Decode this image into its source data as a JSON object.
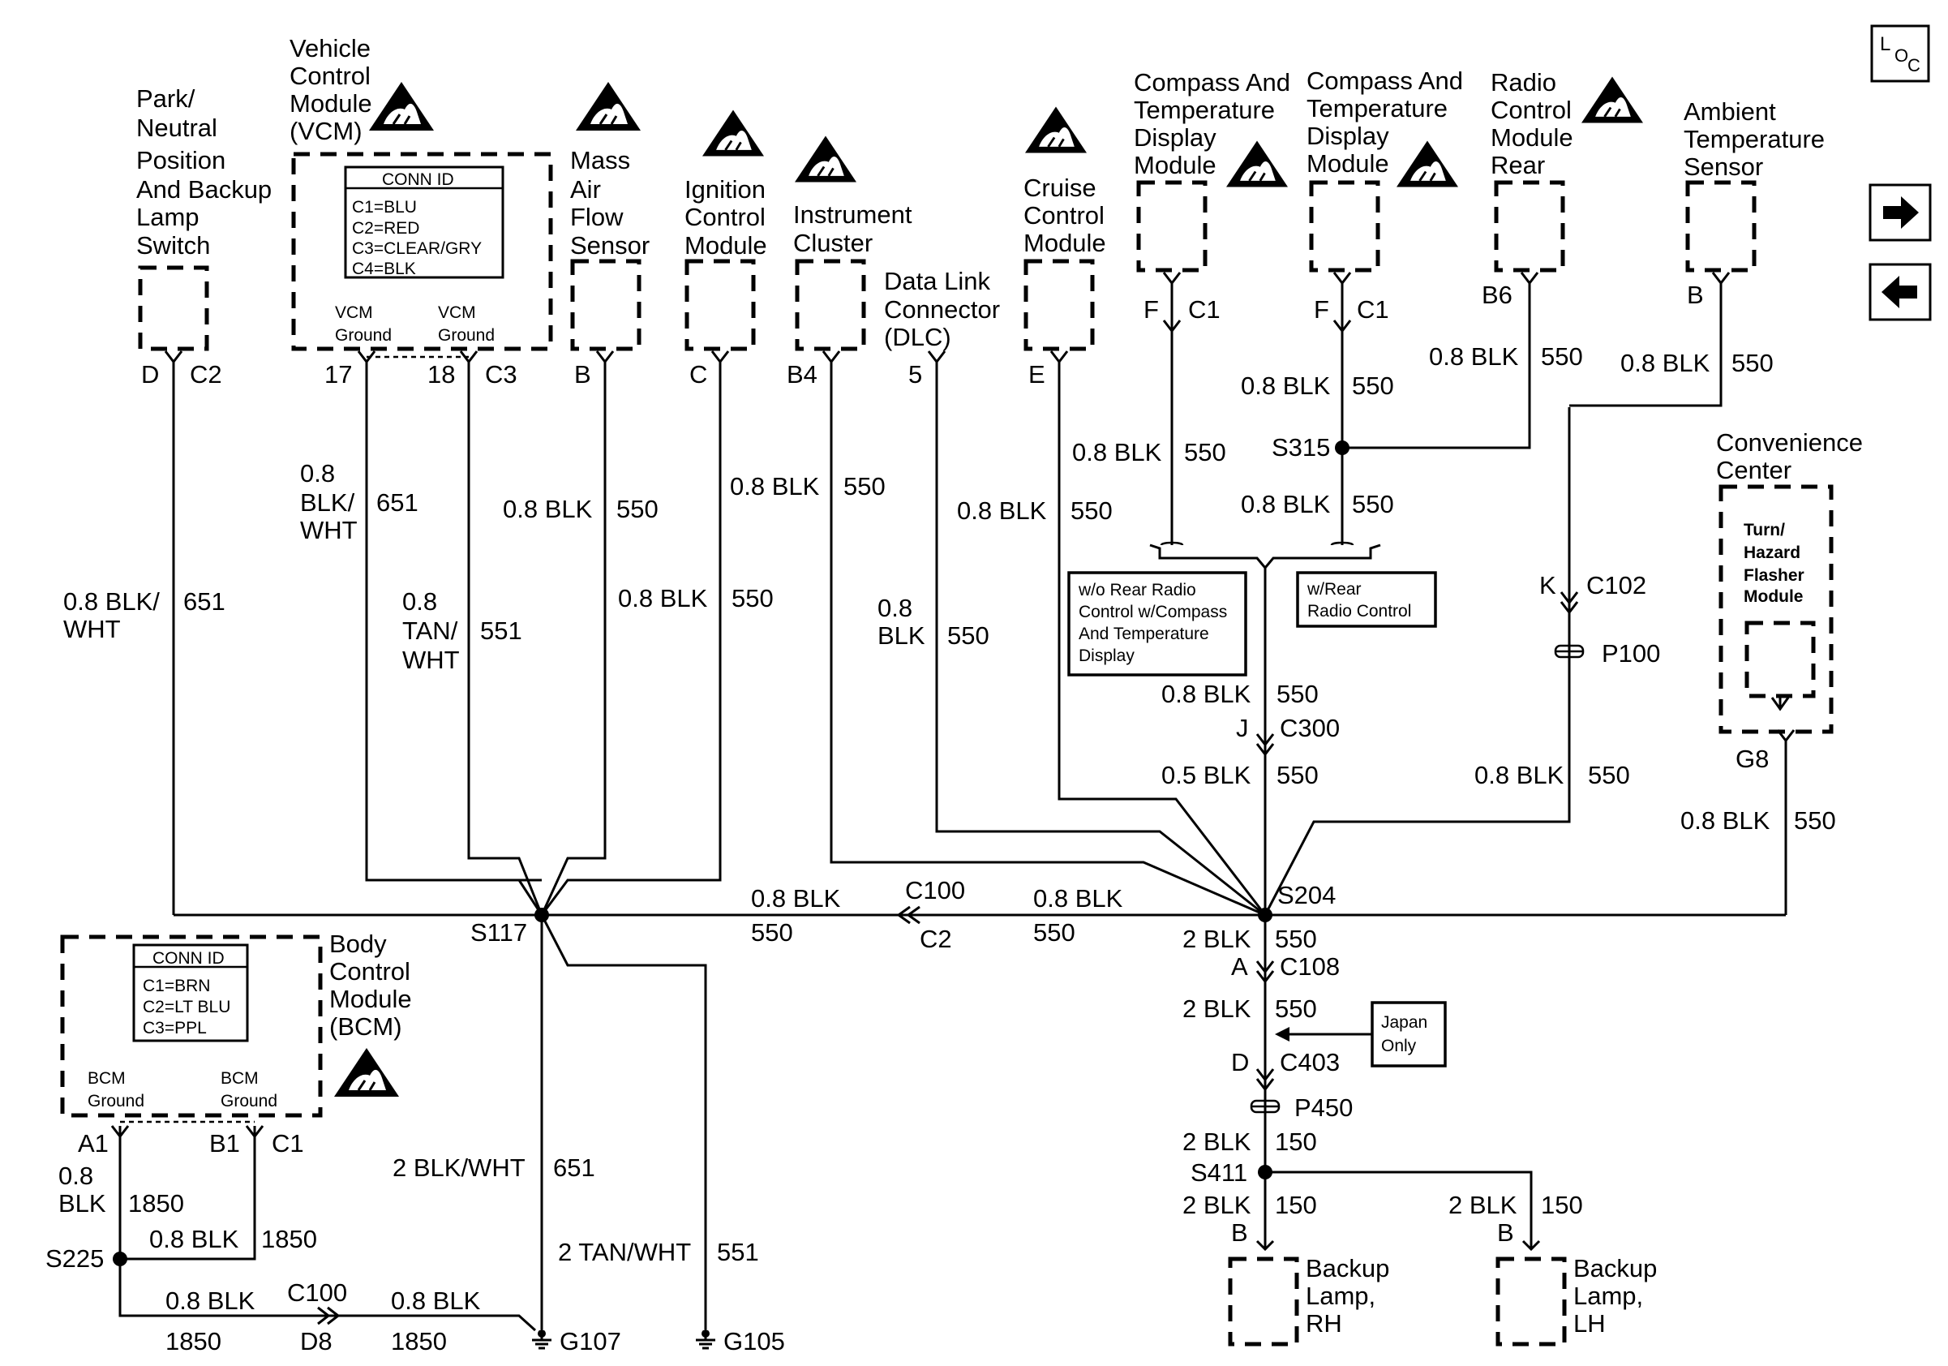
{
  "nav": {
    "loc_l": "L",
    "loc_o": "O",
    "loc_c": "C",
    "next_arrow": "arrow-right-icon",
    "prev_arrow": "arrow-left-icon"
  },
  "components": {
    "park_neutral": [
      "Park/",
      "Neutral",
      "Position",
      "And Backup",
      "Lamp",
      "Switch"
    ],
    "vcm": [
      "Vehicle",
      "Control",
      "Module",
      "(VCM)"
    ],
    "maf": [
      "Mass",
      "Air",
      "Flow",
      "Sensor"
    ],
    "icm": [
      "Ignition",
      "Control",
      "Module"
    ],
    "ipc": [
      "Instrument",
      "Cluster"
    ],
    "dlc": [
      "Data Link",
      "Connector",
      "(DLC)"
    ],
    "ccm": [
      "Cruise",
      "Control",
      "Module"
    ],
    "ctd1": [
      "Compass And",
      "Temperature",
      "Display",
      "Module"
    ],
    "ctd2": [
      "Compass And",
      "Temperature",
      "Display",
      "Module"
    ],
    "radio": [
      "Radio",
      "Control",
      "Module",
      "Rear"
    ],
    "ambient": [
      "Ambient",
      "Temperature",
      "Sensor"
    ],
    "conv_center": [
      "Convenience",
      "Center"
    ],
    "flasher": [
      "Turn/",
      "Hazard",
      "Flasher",
      "Module"
    ],
    "bcm": [
      "Body",
      "Control",
      "Module",
      "(BCM)"
    ],
    "backup_rh": [
      "Backup",
      "Lamp,",
      "RH"
    ],
    "backup_lh": [
      "Backup",
      "Lamp,",
      "LH"
    ]
  },
  "vcm_conn_id": {
    "title": "CONN ID",
    "lines": [
      "C1=BLU",
      "C2=RED",
      "C3=CLEAR/GRY",
      "C4=BLK"
    ],
    "ground1": [
      "VCM",
      "Ground"
    ],
    "ground2": [
      "VCM",
      "Ground"
    ]
  },
  "bcm_conn_id": {
    "title": "CONN ID",
    "lines": [
      "C1=BRN",
      "C2=LT BLU",
      "C3=PPL"
    ],
    "ground1": [
      "BCM",
      "Ground"
    ],
    "ground2": [
      "BCM",
      "Ground"
    ]
  },
  "notes": {
    "wo_rear": [
      "w/o Rear Radio",
      "Control w/Compass",
      "And Temperature",
      "Display"
    ],
    "w_rear": [
      "w/Rear",
      "Radio Control"
    ],
    "japan": [
      "Japan",
      "Only"
    ]
  },
  "pins": {
    "park_d": "D",
    "park_c2": "C2",
    "vcm_17": "17",
    "vcm_18": "18",
    "vcm_c3": "C3",
    "maf_b": "B",
    "icm_c": "C",
    "ipc_b4": "B4",
    "dlc_5": "5",
    "ccm_e": "E",
    "ctd1_f": "F",
    "ctd1_c1": "C1",
    "ctd2_f": "F",
    "ctd2_c1": "C1",
    "radio_b6": "B6",
    "ambient_b": "B",
    "c102_k": "K",
    "c102": "C102",
    "p100": "P100",
    "g8": "G8",
    "c300_j": "J",
    "c300": "C300",
    "c108_a": "A",
    "c108": "C108",
    "c403_d": "D",
    "c403": "C403",
    "p450": "P450",
    "c100_top": "C100",
    "c100_c2": "C2",
    "bcm_a1": "A1",
    "bcm_b1": "B1",
    "bcm_c1": "C1",
    "c100_bottom": "C100",
    "c100_d8": "D8",
    "rh_b": "B",
    "lh_b": "B"
  },
  "splices": {
    "s117": "S117",
    "s204": "S204",
    "s315": "S315",
    "s411": "S411",
    "s225": "S225"
  },
  "grounds": {
    "g107": "G107",
    "g105": "G105"
  },
  "wires": {
    "park": [
      "0.8 BLK/",
      "WHT"
    ],
    "park_ckt": "651",
    "vcm17": [
      "0.8",
      "BLK/",
      "WHT"
    ],
    "vcm17_ckt": "651",
    "vcm18": [
      "0.8",
      "TAN/",
      "WHT"
    ],
    "vcm18_ckt": "551",
    "maf": "0.8 BLK",
    "maf_ckt": "550",
    "icm_upper": "0.8 BLK",
    "icm_upper_ckt": "550",
    "icm_lower": "0.8 BLK",
    "icm_lower_ckt": "550",
    "dlc": [
      "0.8",
      "BLK"
    ],
    "dlc_ckt": "550",
    "ccm": "0.8 BLK",
    "ccm_ckt": "550",
    "ctd1": "0.8 BLK",
    "ctd1_ckt": "550",
    "ctd2_upper": "0.8 BLK",
    "ctd2_upper_ckt": "550",
    "ctd2_lower": "0.8 BLK",
    "ctd2_lower_ckt": "550",
    "radio": "0.8 BLK",
    "radio_ckt": "550",
    "ambient": "0.8 BLK",
    "ambient_ckt": "550",
    "above_c300": "0.8 BLK",
    "above_c300_ckt": "550",
    "below_c300": "0.5 BLK",
    "below_c300_ckt": "550",
    "p100_wire": "0.8 BLK",
    "p100_wire_ckt": "550",
    "g8_wire": "0.8 BLK",
    "g8_wire_ckt": "550",
    "s117_left": "0.8 BLK",
    "s117_left_ckt": "550",
    "s204_left": "0.8 BLK",
    "s204_left_ckt": "550",
    "s204_down": "2 BLK",
    "s204_down_ckt": "550",
    "c108_down": "2 BLK",
    "c108_down_ckt": "550",
    "p450_down": "2 BLK",
    "p450_down_ckt": "150",
    "rh_wire": "2 BLK",
    "rh_wire_ckt": "150",
    "lh_wire": "2 BLK",
    "lh_wire_ckt": "150",
    "g107_wire": "2 BLK/WHT",
    "g107_wire_ckt": "651",
    "g105_wire": "2 TAN/WHT",
    "g105_wire_ckt": "551",
    "bcm_a1": [
      "0.8",
      "BLK"
    ],
    "bcm_a1_ckt": "1850",
    "bcm_b1": "0.8 BLK",
    "bcm_b1_ckt": "1850",
    "s225_left": "0.8 BLK",
    "s225_left_ckt": "1850",
    "s225_right": "0.8 BLK",
    "s225_right_ckt": "1850"
  },
  "icons": {
    "esd": "esd-warning-icon",
    "ground": "ground-icon"
  }
}
